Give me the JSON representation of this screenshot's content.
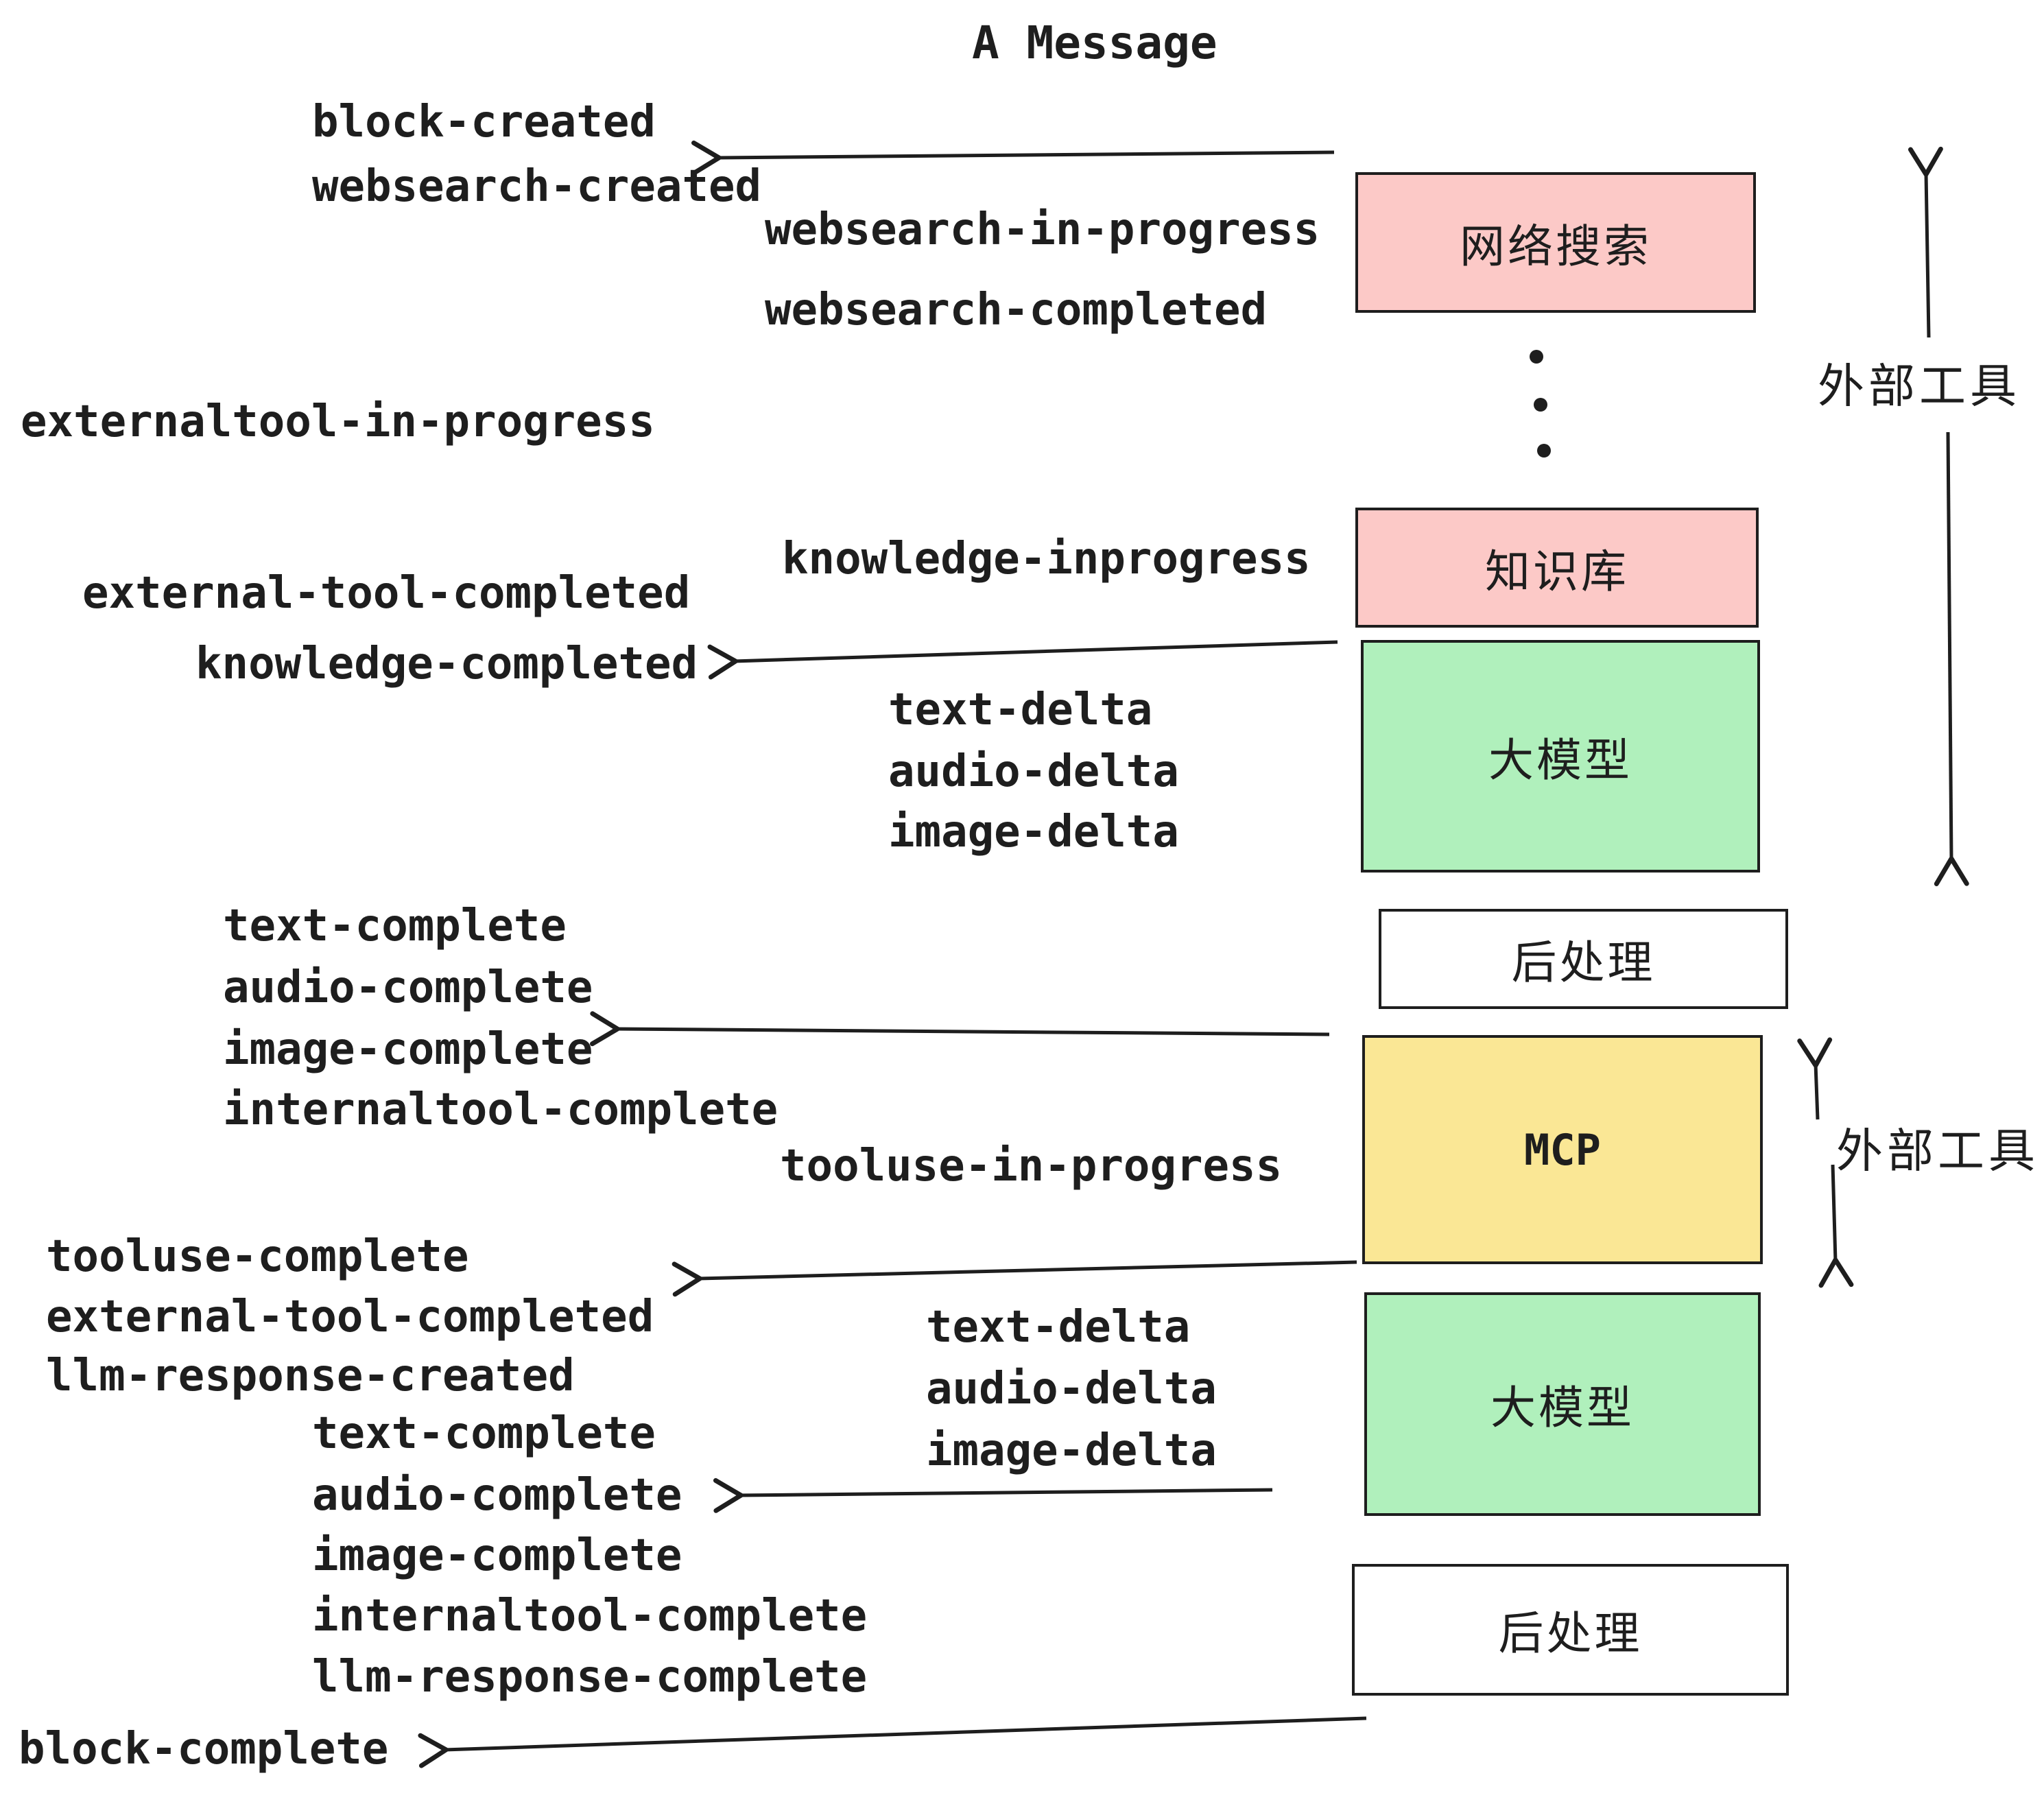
{
  "title": "A Message",
  "colors": {
    "ink": "#1e1e1e",
    "background": "#ffffff",
    "pink": "#fcc9c7",
    "green": "#b0f0bc",
    "yellow": "#fae795",
    "white": "#ffffff"
  },
  "boxes": [
    {
      "id": "websearch",
      "label": "网络搜索",
      "color": "#fcc9c7"
    },
    {
      "id": "knowledge",
      "label": "知识库",
      "color": "#fcc9c7"
    },
    {
      "id": "llm-1",
      "label": "大模型",
      "color": "#b0f0bc"
    },
    {
      "id": "post-1",
      "label": "后处理",
      "color": "#ffffff"
    },
    {
      "id": "mcp",
      "label": "MCP",
      "color": "#fae795"
    },
    {
      "id": "llm-2",
      "label": "大模型",
      "color": "#b0f0bc"
    },
    {
      "id": "post-2",
      "label": "后处理",
      "color": "#ffffff"
    }
  ],
  "side_labels": [
    {
      "text": "外部工具"
    },
    {
      "text": "外部工具"
    }
  ],
  "events": [
    {
      "text": "block-created"
    },
    {
      "text": "websearch-created"
    },
    {
      "text": "websearch-in-progress"
    },
    {
      "text": "websearch-completed"
    },
    {
      "text": "externaltool-in-progress"
    },
    {
      "text": "knowledge-inprogress"
    },
    {
      "text": "external-tool-completed"
    },
    {
      "text": "knowledge-completed"
    },
    {
      "text": "text-delta"
    },
    {
      "text": "audio-delta"
    },
    {
      "text": "image-delta"
    },
    {
      "text": "text-complete"
    },
    {
      "text": "audio-complete"
    },
    {
      "text": "image-complete"
    },
    {
      "text": "internaltool-complete"
    },
    {
      "text": "tooluse-in-progress"
    },
    {
      "text": "tooluse-complete"
    },
    {
      "text": "external-tool-completed"
    },
    {
      "text": "llm-response-created"
    },
    {
      "text": "text-delta"
    },
    {
      "text": "audio-delta"
    },
    {
      "text": "image-delta"
    },
    {
      "text": "text-complete"
    },
    {
      "text": "audio-complete"
    },
    {
      "text": "image-complete"
    },
    {
      "text": "internaltool-complete"
    },
    {
      "text": "llm-response-complete"
    },
    {
      "text": "block-complete"
    }
  ]
}
